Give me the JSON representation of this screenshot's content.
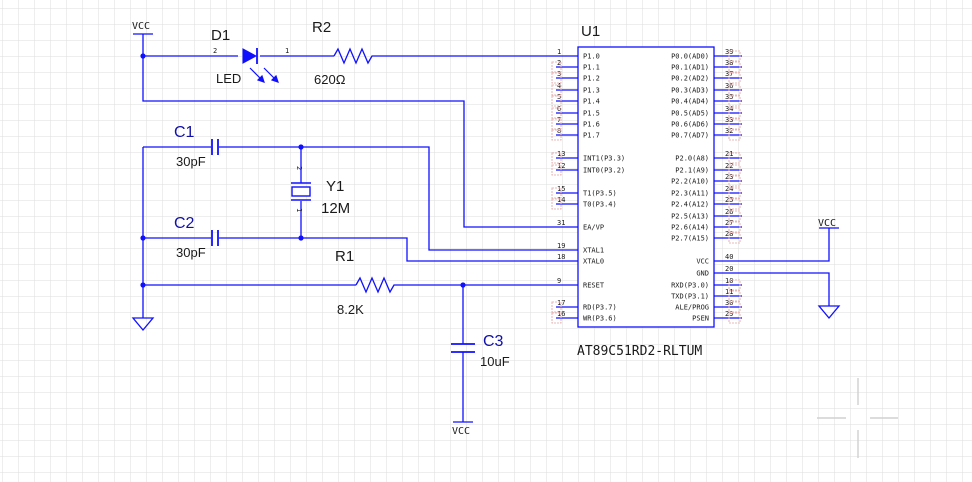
{
  "colors": {
    "wire": "#1010ff",
    "grid": "#dedede",
    "pin_stub": "#e8b8b8",
    "ic_body": "#ffffff",
    "led_fill": "#1010ff"
  },
  "power": {
    "vcc_top_left": "VCC",
    "vcc_bottom": "VCC",
    "vcc_right": "VCC"
  },
  "d1": {
    "ref": "D1",
    "value": "LED",
    "pin_anode": "2",
    "pin_cathode": "1"
  },
  "r2": {
    "ref": "R2",
    "value": "620Ω"
  },
  "r1": {
    "ref": "R1",
    "value": "8.2K"
  },
  "c1": {
    "ref": "C1",
    "value": "30pF"
  },
  "c2": {
    "ref": "C2",
    "value": "30pF"
  },
  "c3": {
    "ref": "C3",
    "value": "10uF"
  },
  "y1": {
    "ref": "Y1",
    "value": "12M",
    "pin_top": "2",
    "pin_bottom": "1"
  },
  "u1": {
    "ref": "U1",
    "part": "AT89C51RD2-RLTUM",
    "left_pins": [
      {
        "num": "1",
        "name": "P1.0"
      },
      {
        "num": "2",
        "name": "P1.1"
      },
      {
        "num": "3",
        "name": "P1.2"
      },
      {
        "num": "4",
        "name": "P1.3"
      },
      {
        "num": "5",
        "name": "P1.4"
      },
      {
        "num": "6",
        "name": "P1.5"
      },
      {
        "num": "7",
        "name": "P1.6"
      },
      {
        "num": "8",
        "name": "P1.7"
      },
      {
        "num": "13",
        "name": "INT1(P3.3)"
      },
      {
        "num": "12",
        "name": "INT0(P3.2)"
      },
      {
        "num": "15",
        "name": "T1(P3.5)"
      },
      {
        "num": "14",
        "name": "T0(P3.4)"
      },
      {
        "num": "31",
        "name": "EA/VP"
      },
      {
        "num": "19",
        "name": "XTAL1"
      },
      {
        "num": "18",
        "name": "XTAL0"
      },
      {
        "num": "9",
        "name": "RESET"
      },
      {
        "num": "17",
        "name": "RD(P3.7)"
      },
      {
        "num": "16",
        "name": "WR(P3.6)"
      }
    ],
    "right_pins": [
      {
        "num": "39",
        "name": "P0.0(AD0)"
      },
      {
        "num": "38",
        "name": "P0.1(AD1)"
      },
      {
        "num": "37",
        "name": "P0.2(AD2)"
      },
      {
        "num": "36",
        "name": "P0.3(AD3)"
      },
      {
        "num": "35",
        "name": "P0.4(AD4)"
      },
      {
        "num": "34",
        "name": "P0.5(AD5)"
      },
      {
        "num": "33",
        "name": "P0.6(AD6)"
      },
      {
        "num": "32",
        "name": "P0.7(AD7)"
      },
      {
        "num": "21",
        "name": "P2.0(A8)"
      },
      {
        "num": "22",
        "name": "P2.1(A9)"
      },
      {
        "num": "23",
        "name": "P2.2(A10)"
      },
      {
        "num": "24",
        "name": "P2.3(A11)"
      },
      {
        "num": "25",
        "name": "P2.4(A12)"
      },
      {
        "num": "26",
        "name": "P2.5(A13)"
      },
      {
        "num": "27",
        "name": "P2.6(A14)"
      },
      {
        "num": "28",
        "name": "P2.7(A15)"
      },
      {
        "num": "40",
        "name": "VCC"
      },
      {
        "num": "20",
        "name": "GND"
      },
      {
        "num": "10",
        "name": "RXD(P3.0)"
      },
      {
        "num": "11",
        "name": "TXD(P3.1)"
      },
      {
        "num": "30",
        "name": "ALE/PROG"
      },
      {
        "num": "29",
        "name": "PSEN"
      }
    ]
  }
}
